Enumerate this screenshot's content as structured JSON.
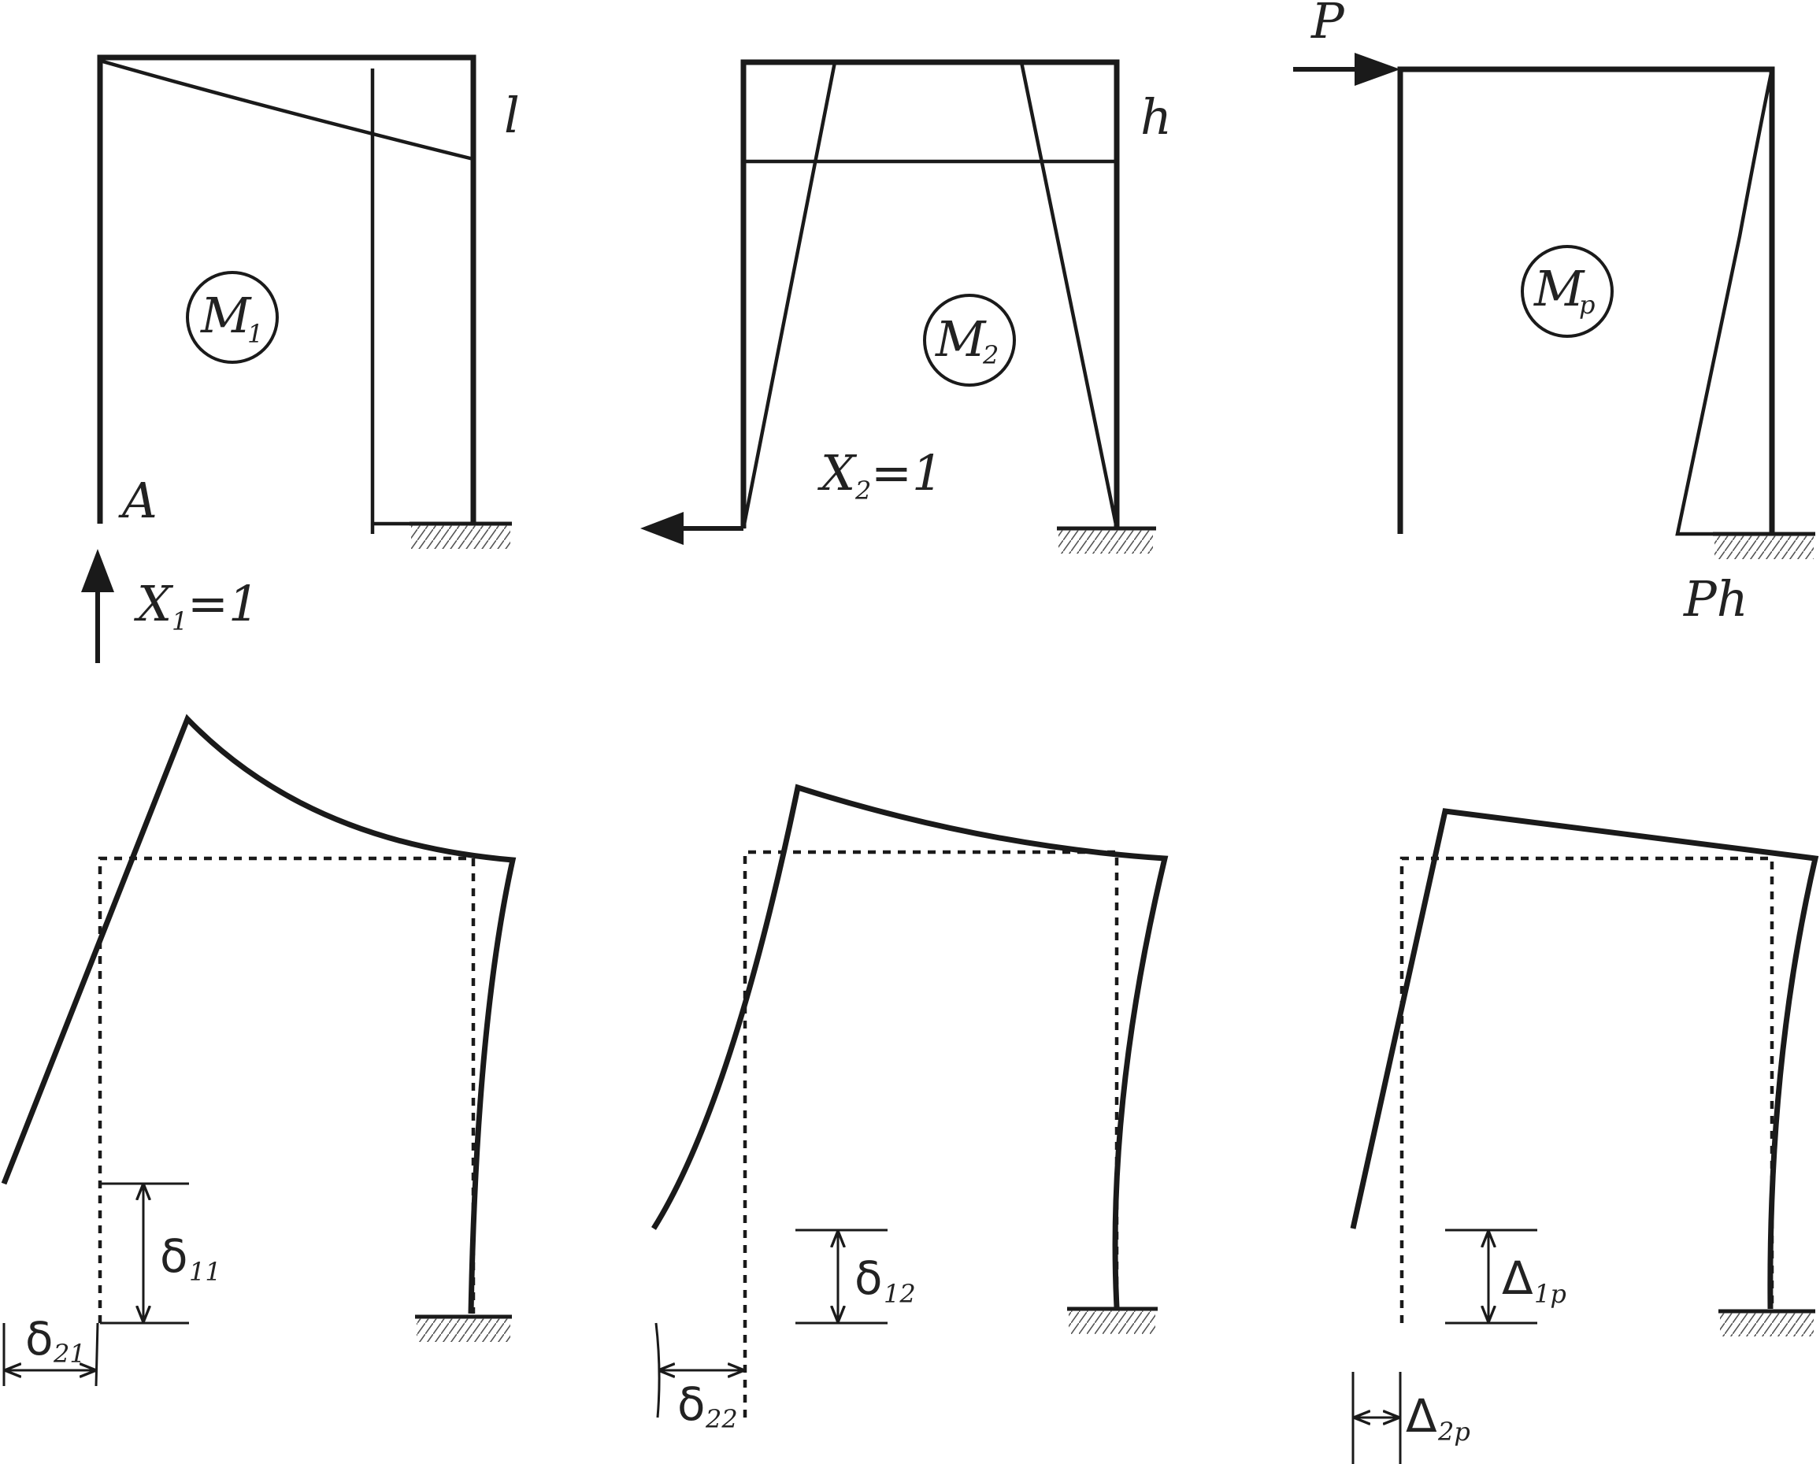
{
  "panels": {
    "m1": {
      "circle_label": "M",
      "circle_sub": "1",
      "label_end": "l",
      "label_support": "A",
      "load_label": "X",
      "load_sub": "1",
      "load_eq": "=1"
    },
    "m2": {
      "circle_label": "M",
      "circle_sub": "2",
      "label_end": "h",
      "load_label": "X",
      "load_sub": "2",
      "load_eq": "=1"
    },
    "mp": {
      "circle_label": "M",
      "circle_sub": "p",
      "force_label": "P",
      "moment_label": "Ph"
    }
  },
  "deflections": {
    "d11": {
      "sym": "δ",
      "sub": "11"
    },
    "d21": {
      "sym": "δ",
      "sub": "21"
    },
    "d12": {
      "sym": "δ",
      "sub": "12"
    },
    "d22": {
      "sym": "δ",
      "sub": "22"
    },
    "D1p": {
      "sym": "Δ",
      "sub": "1p"
    },
    "D2p": {
      "sym": "Δ",
      "sub": "2p"
    }
  }
}
